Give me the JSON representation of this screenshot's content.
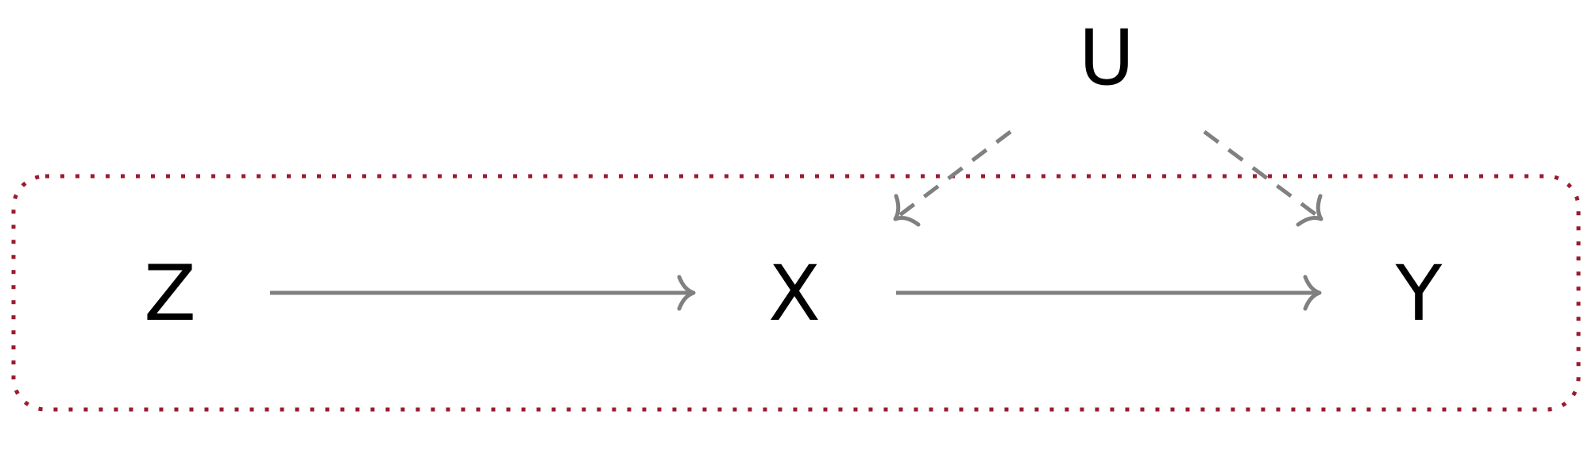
{
  "diagram": {
    "type": "causal-dag",
    "nodes": [
      {
        "id": "Z",
        "label": "Z"
      },
      {
        "id": "X",
        "label": "X"
      },
      {
        "id": "Y",
        "label": "Y"
      },
      {
        "id": "U",
        "label": "U"
      }
    ],
    "edges": [
      {
        "from": "Z",
        "to": "X",
        "style": "solid"
      },
      {
        "from": "X",
        "to": "Y",
        "style": "solid"
      },
      {
        "from": "U",
        "to": "X",
        "style": "dashed"
      },
      {
        "from": "U",
        "to": "Y",
        "style": "dashed"
      }
    ],
    "colors": {
      "edge": "#808080",
      "boundary": "#9b1b2e",
      "text": "#000000"
    }
  }
}
